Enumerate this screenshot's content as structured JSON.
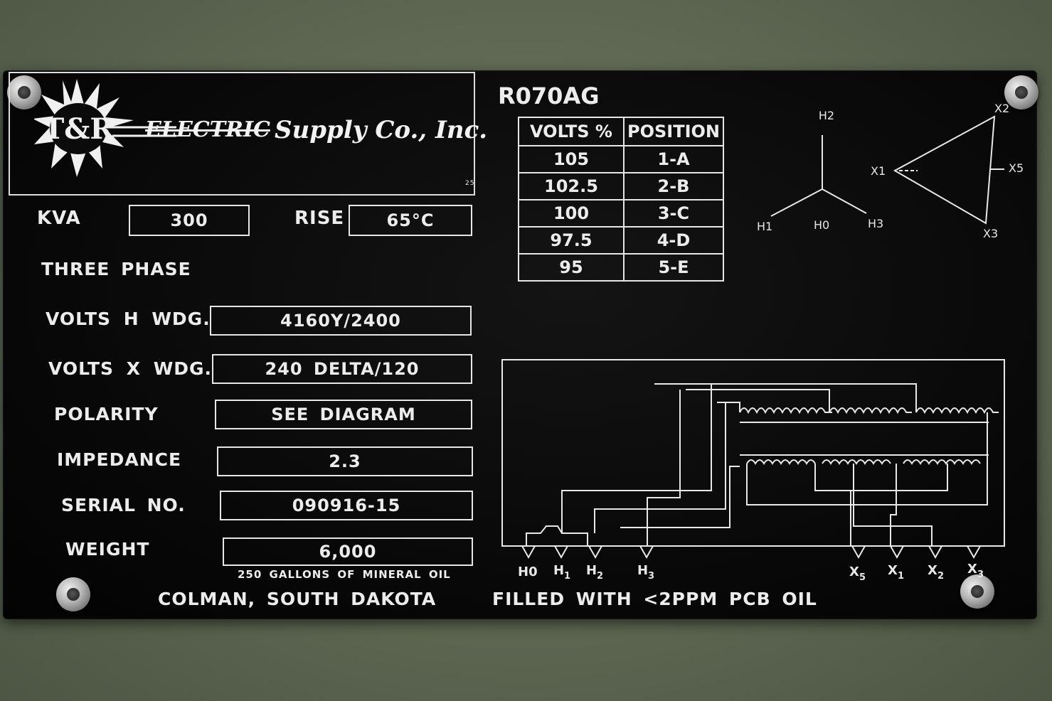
{
  "company": {
    "logo_initials": "T&R",
    "name_part1": "ELECTRIC",
    "name_part2": "Supply Co., Inc.",
    "small_code": "25"
  },
  "model_code": "R070AG",
  "fields": {
    "kva_label": "KVA",
    "kva_value": "300",
    "rise_label": "RISE",
    "rise_value": "65°C",
    "phase": "THREE PHASE",
    "volts_h_label": "VOLTS H WDG.",
    "volts_h_value": "4160Y/2400",
    "volts_x_label": "VOLTS X WDG.",
    "volts_x_value": "240 DELTA/120",
    "polarity_label": "POLARITY",
    "polarity_value": "SEE DIAGRAM",
    "impedance_label": "IMPEDANCE",
    "impedance_value": "2.3",
    "serial_label": "SERIAL NO.",
    "serial_value": "090916-15",
    "weight_label": "WEIGHT",
    "weight_value": "6,000",
    "oil_note": "250 GALLONS OF MINERAL OIL"
  },
  "tap_table": {
    "headers": [
      "VOLTS %",
      "POSITION"
    ],
    "rows": [
      [
        "105",
        "1-A"
      ],
      [
        "102.5",
        "2-B"
      ],
      [
        "100",
        "3-C"
      ],
      [
        "97.5",
        "4-D"
      ],
      [
        "95",
        "5-E"
      ]
    ]
  },
  "vector_diagram": {
    "wye_labels": {
      "h2": "H2",
      "h1": "H1",
      "h0": "H0",
      "h3": "H3"
    },
    "delta_labels": {
      "x1": "X1",
      "x2": "X2",
      "x3": "X3",
      "x5": "X5"
    }
  },
  "wiring_terminals": {
    "h0": "H0",
    "h1": "H",
    "h1_sub": "1",
    "h2": "H",
    "h2_sub": "2",
    "h3": "H",
    "h3_sub": "3",
    "x5": "X",
    "x5_sub": "5",
    "x1": "X",
    "x1_sub": "1",
    "x2": "X",
    "x2_sub": "2",
    "x3": "X",
    "x3_sub": "3"
  },
  "footer": {
    "location": "COLMAN, SOUTH DAKOTA",
    "pcb_note": "FILLED WITH <2PPM PCB OIL"
  },
  "colors": {
    "background": "#5d6752",
    "plate": "#0a0a0a",
    "text": "#ececec"
  }
}
